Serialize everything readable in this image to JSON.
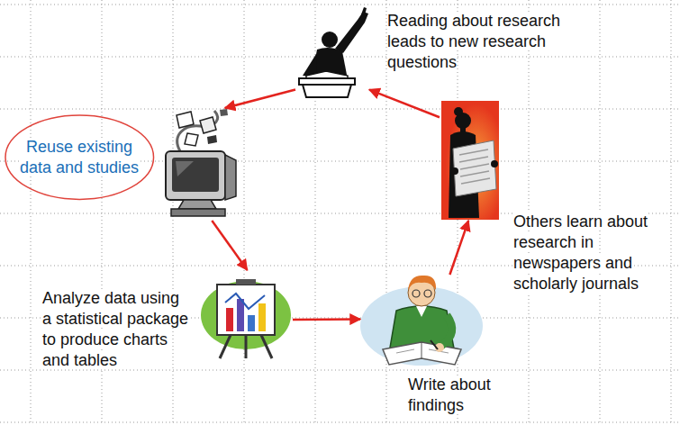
{
  "diagram": {
    "nodes": [
      {
        "text": [
          "Reading about research leads to new research questions"
        ]
      },
      {
        "text": [
          "Reuse existing data and studies"
        ]
      },
      {
        "text": [
          "Analyze data using a statistical package to produce charts and tables"
        ]
      },
      {
        "text": [
          "Write about findings"
        ]
      },
      {
        "text": [
          "Others learn about research in newspapers and scholarly journals"
        ]
      }
    ],
    "edges": [
      {
        "from": 0,
        "to": 1,
        "arrow": "to"
      },
      {
        "from": 1,
        "to": 2,
        "arrow": "to"
      },
      {
        "from": 2,
        "to": 3,
        "arrow": "to"
      },
      {
        "from": 3,
        "to": 4,
        "arrow": "to"
      },
      {
        "from": 4,
        "to": 0,
        "arrow": "to"
      }
    ]
  }
}
